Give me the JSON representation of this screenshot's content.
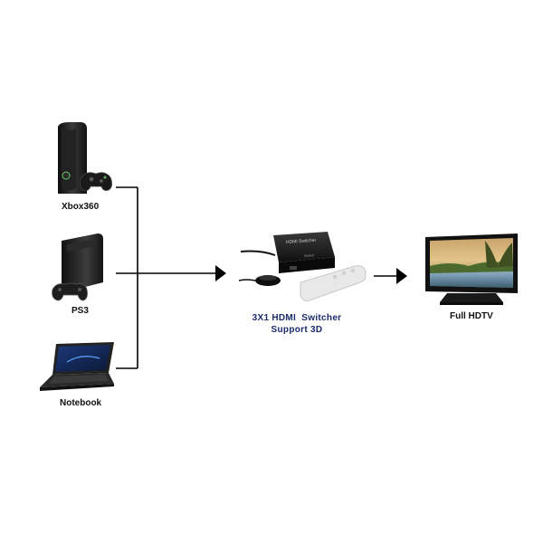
{
  "sources": [
    {
      "label": "Xbox360",
      "icon": "xbox360-console-icon"
    },
    {
      "label": "PS3",
      "icon": "ps3-console-icon"
    },
    {
      "label": "Notebook",
      "icon": "notebook-laptop-icon"
    }
  ],
  "switcher": {
    "caption_line1": "3X1 HDMI  Switcher",
    "caption_line2": "Support 3D",
    "device_text": "HDMI Switcher",
    "device_subtext": "Select",
    "icon": "hdmi-switcher-icon",
    "remote_icon": "remote-control-icon",
    "ir_receiver_icon": "ir-receiver-icon"
  },
  "output": {
    "label": "Full HDTV",
    "icon": "hdtv-icon"
  },
  "colors": {
    "caption": "#1a2a6c",
    "lines": "#000000",
    "device_dark": "#1b1b1b",
    "remote": "#e6e6e6"
  }
}
